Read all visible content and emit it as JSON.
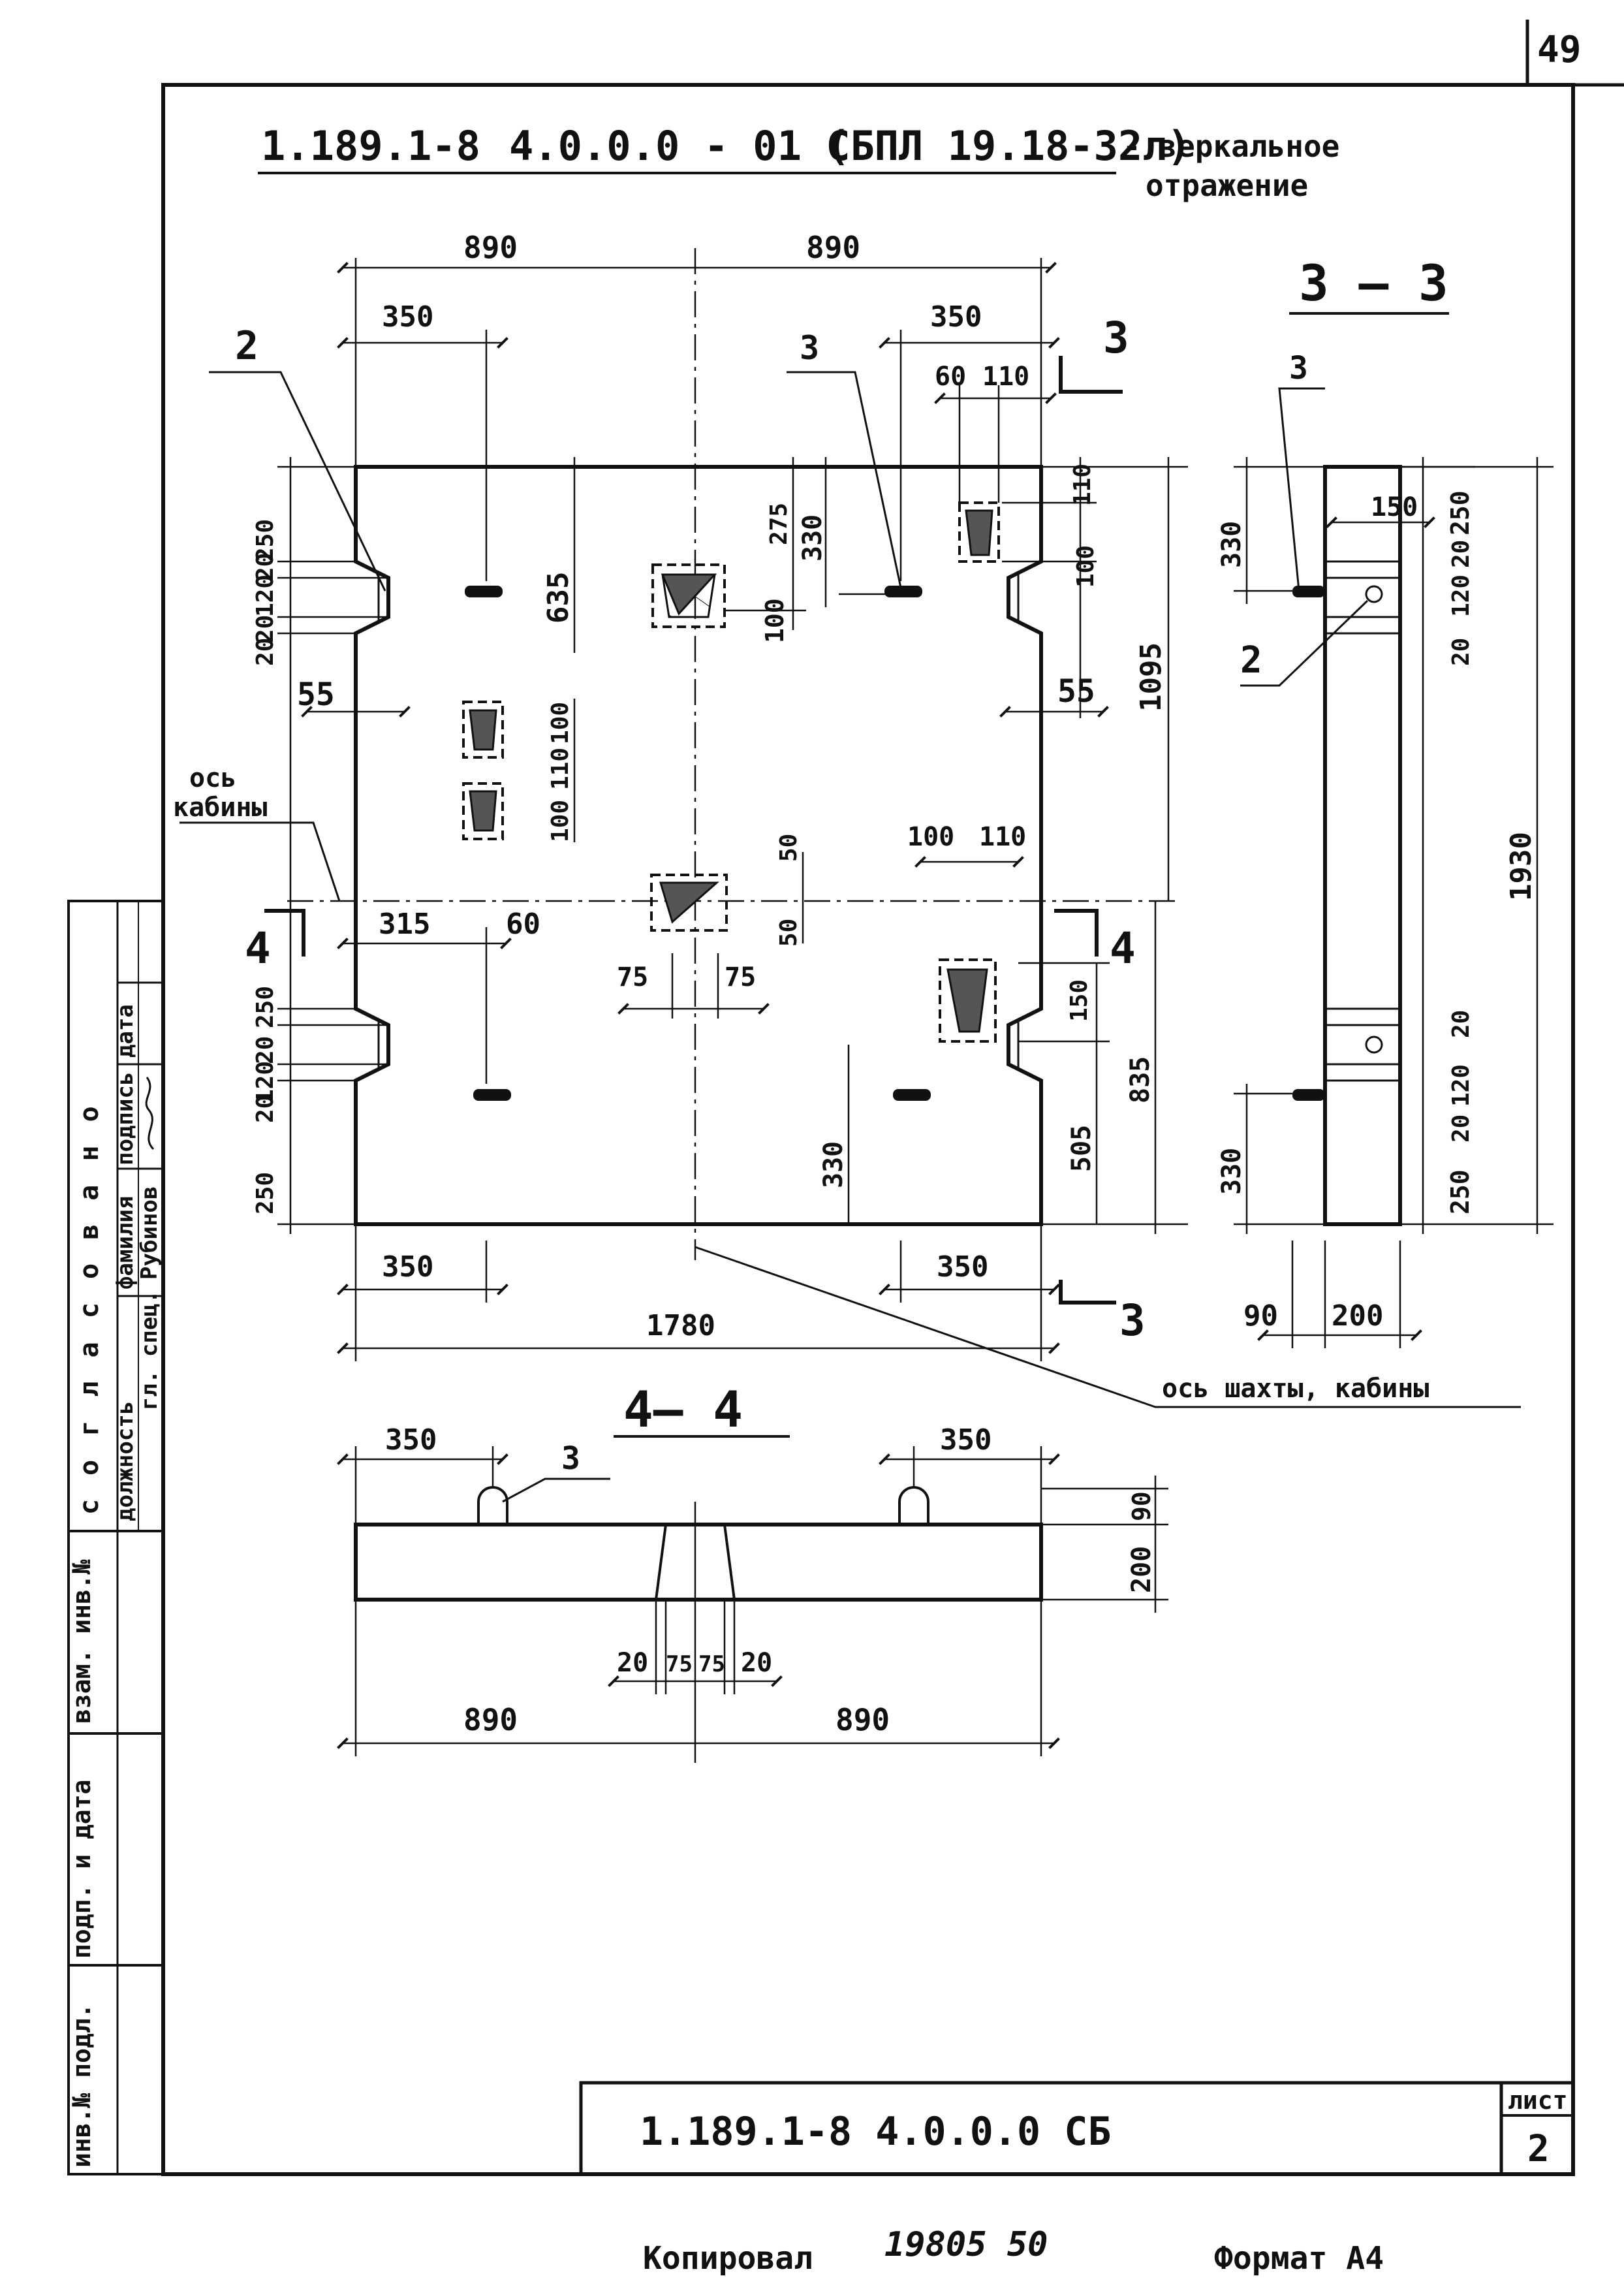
{
  "page_number": "49",
  "title": {
    "code": "1.189.1-8",
    "mark": "4.0.0.0 - 01 СБ",
    "product": "( ПЛ 19.18-32л)",
    "note_line1": "- зеркальное",
    "note_line2": "отражение"
  },
  "plan": {
    "top_dims": [
      "890",
      "890"
    ],
    "sub_dims_left": [
      "350"
    ],
    "sub_dims_right": [
      "350",
      "60",
      "110"
    ],
    "left_dims": [
      "250",
      "20",
      "120",
      "20",
      "20",
      "55",
      "250",
      "20",
      "120",
      "20",
      "250"
    ],
    "center_dims": [
      "635",
      "275",
      "330",
      "100",
      "100",
      "110",
      "100",
      "50",
      "50",
      "75",
      "75",
      "315",
      "60",
      "100",
      "110"
    ],
    "right_dims": [
      "110",
      "100",
      "55",
      "1095",
      "150",
      "505",
      "835",
      "330"
    ],
    "bottom_dims": [
      "350",
      "350",
      "1780"
    ],
    "callouts": [
      "2",
      "3"
    ],
    "axis_cabin_line1": "ось",
    "axis_cabin_line2": "кабины",
    "axis_shaft": "ось шахты, кабины",
    "section_4_left": "4",
    "section_4_right": "4",
    "section_3_top": "3",
    "section_3_bottom": "3"
  },
  "section33": {
    "title": "3 — 3",
    "callouts": [
      "3",
      "2"
    ],
    "dims_left": [
      "330",
      "330"
    ],
    "dims_inner": [
      "150",
      "250",
      "20",
      "120",
      "20",
      "20",
      "120",
      "20",
      "250"
    ],
    "dim_total": "1930",
    "dims_bottom": [
      "90",
      "200"
    ]
  },
  "section44": {
    "title": "4— 4",
    "callout": "3",
    "dims_top": [
      "350",
      "350"
    ],
    "dims_right": [
      "90",
      "200"
    ],
    "dims_bottom_small": [
      "20",
      "75",
      "75",
      "20"
    ],
    "dims_bottom": [
      "890",
      "890"
    ]
  },
  "side_stamp": {
    "agreed": "с о г л а с о в а н о",
    "columns": [
      "должность",
      "фамилия",
      "подпись",
      "дата"
    ],
    "row": [
      "гл. спец.",
      "Рубинов",
      "",
      ""
    ],
    "lower_cells": [
      "взам. инв.№",
      "подп. и дата",
      "инв.№ подл."
    ]
  },
  "title_block": {
    "code": "1.189.1-8  4.0.0.0 СБ",
    "sheet_label": "лист",
    "sheet_number": "2"
  },
  "footer": {
    "copied_label": "Копировал",
    "copied_number": "19805  50",
    "format_label": "Формат А4"
  }
}
